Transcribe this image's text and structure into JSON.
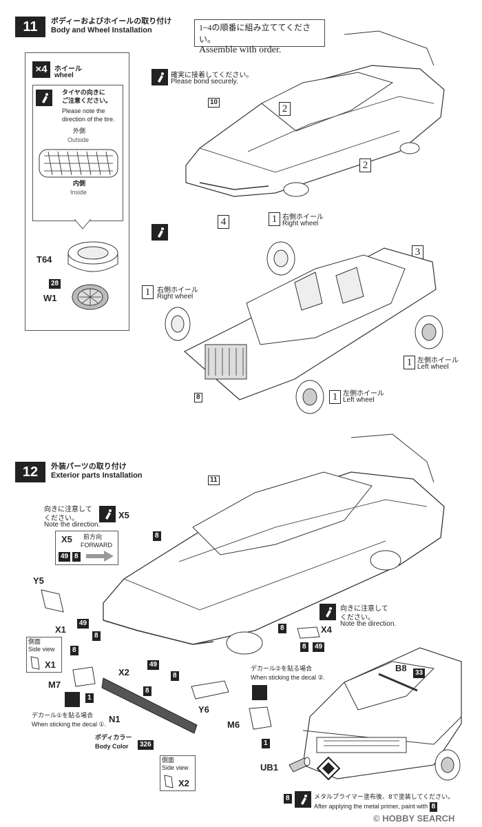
{
  "step11": {
    "number": "11",
    "title_jp": "ボディーおよびホイールの取り付け",
    "title_en": "Body and Wheel Installation",
    "order_note_jp": "1~4の順番に組み立ててください。",
    "order_note_en": "Assemble with order.",
    "wheel_box": {
      "qty": "4",
      "label_jp": "ホイール",
      "label_en": "wheel",
      "note_jp_1": "タイヤの向きに",
      "note_jp_2": "ご注意ください。",
      "note_en_1": "Please note the",
      "note_en_2": "direction of the tire.",
      "outside_jp": "外側",
      "outside_en": "Outside",
      "inside_jp": "内側",
      "inside_en": "Inside",
      "tire_part": "T64",
      "wheel_part": "W1",
      "wheel_ref": "28"
    },
    "bond_jp": "確実に接着してください。",
    "bond_en": "Please bond securely.",
    "body_ref": "10",
    "chassis_ref": "8",
    "seq_marks": [
      "2",
      "2",
      "3",
      "4"
    ],
    "right_wheel_jp": "右側ホイール",
    "right_wheel_en": "Right wheel",
    "left_wheel_jp": "左側ホイール",
    "left_wheel_en": "Left wheel",
    "wheel_seq": "1"
  },
  "step12": {
    "number": "12",
    "title_jp": "外装パーツの取り付け",
    "title_en": "Exterior parts Installation",
    "body_ref": "11",
    "note_dir_jp_1": "向きに注意して",
    "note_dir_jp_2": "ください。",
    "note_dir_en": "Note the direction.",
    "x5": "X5",
    "forward_jp": "前方向",
    "forward_en": "FORWARD",
    "ref49": "49",
    "ref8": "8",
    "y5": "Y5",
    "x1": "X1",
    "side_view_jp": "側面",
    "side_view_en": "Side view",
    "m7": "M7",
    "ref1": "1",
    "decal1_jp": "デカール①を貼る場合",
    "decal1_en": "When sticking the decal ①.",
    "n1": "N1",
    "body_color_jp": "ボディカラー",
    "body_color_en": "Body Color",
    "ref326": "326",
    "x2": "X2",
    "y6": "Y6",
    "x4": "X4",
    "decal2_jp": "デカール②を貼る場合",
    "decal2_en": "When sticking the decal ②.",
    "m6": "M6",
    "b8": "B8",
    "ref33": "33",
    "ub1": "UB1",
    "metal_jp": "メタルプライマー塗布後、8で塗装してください。",
    "metal_en": "After applying the metal primer, paint with",
    "metal_ref": "8"
  },
  "watermark": "© HOBBY SEARCH"
}
